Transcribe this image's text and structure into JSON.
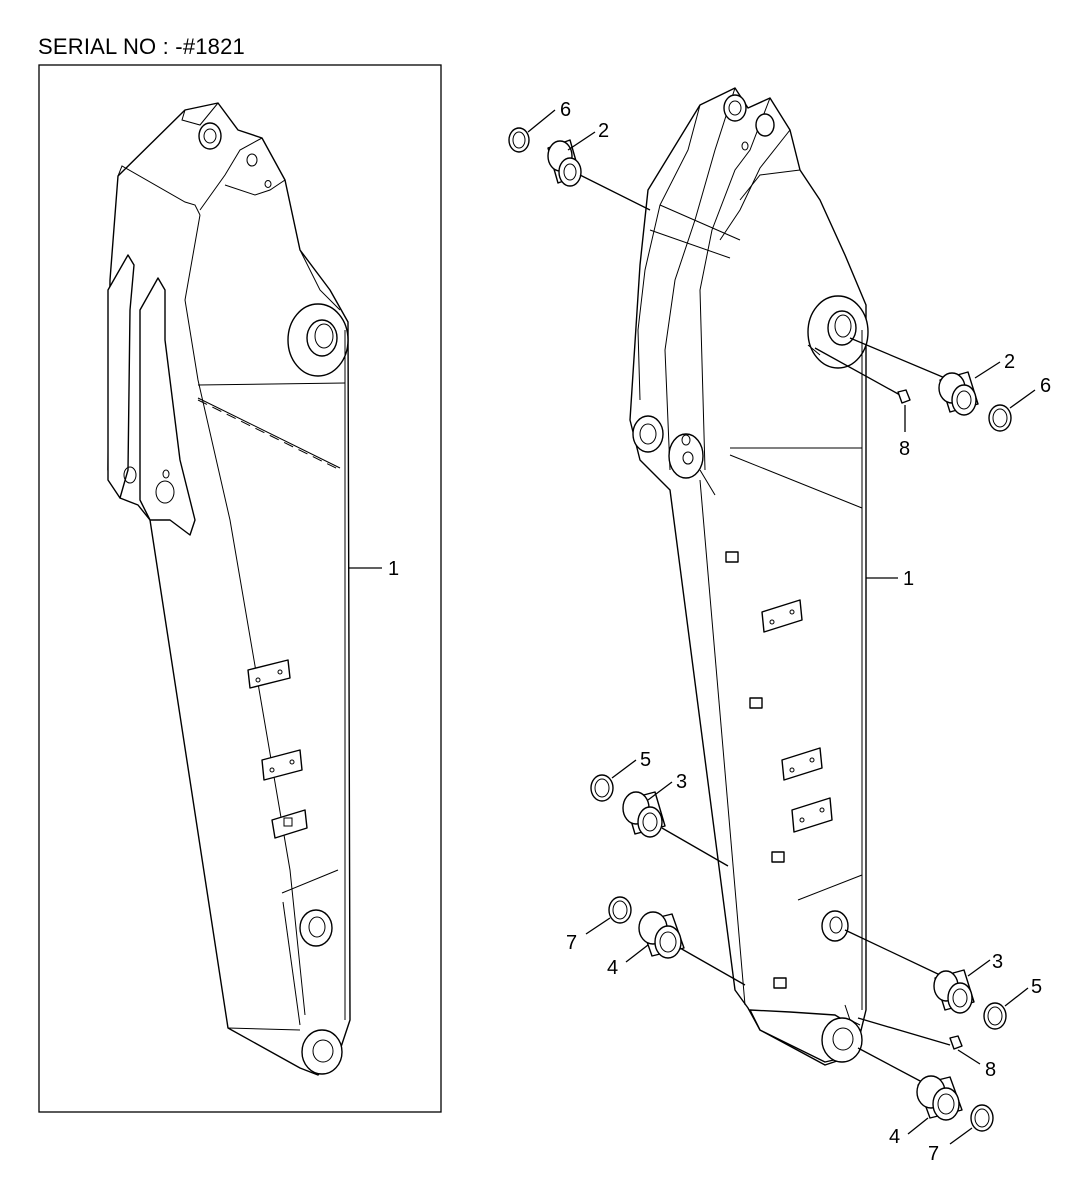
{
  "header": {
    "serial_label": "SERIAL NO : -#1821"
  },
  "callouts": {
    "left_1": "1",
    "r_6_top": "6",
    "r_2_top": "2",
    "r_2_mid": "2",
    "r_6_mid": "6",
    "r_8_mid": "8",
    "r_1": "1",
    "r_5_a": "5",
    "r_3_a": "3",
    "r_7_a": "7",
    "r_4_a": "4",
    "r_3_b": "3",
    "r_5_b": "5",
    "r_8_b": "8",
    "r_4_b": "4",
    "r_7_b": "7"
  }
}
